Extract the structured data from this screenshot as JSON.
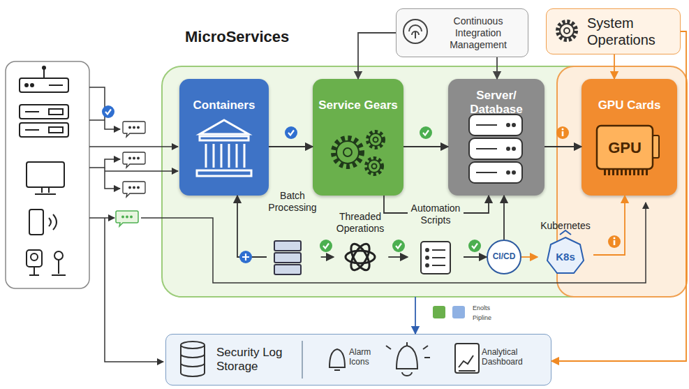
{
  "diagram": {
    "nodes": [
      {
        "text": [
          "MicroServices"
        ]
      },
      {
        "text": [
          "Continuous Integration Management"
        ]
      },
      {
        "text": [
          "System Operations"
        ]
      },
      {
        "text": [
          "Containers"
        ],
        "in": 0
      },
      {
        "text": [
          "Service Gears"
        ],
        "in": 0
      },
      {
        "text": [
          "Server/ Database"
        ],
        "in": 0
      },
      {
        "text": [
          "GPU Cards",
          "GPU"
        ],
        "in": 0
      },
      {
        "text": [
          "Batch Processing"
        ],
        "in": 0
      },
      {
        "text": [
          "Threaded Operations"
        ],
        "in": 0
      },
      {
        "text": [
          "Automation Scripts"
        ],
        "in": 0
      },
      {
        "text": [
          "CI/CD"
        ],
        "in": 0
      },
      {
        "text": [
          "Kubernetes",
          "K8s"
        ],
        "in": 0
      },
      {
        "text": [
          "Security Log Storage",
          "Alarm Icons",
          "Analytical Dashboard"
        ]
      }
    ],
    "edges": [
      {
        "from": 1,
        "to": 4,
        "arrow": "to"
      },
      {
        "from": 1,
        "to": 5,
        "arrow": "to"
      },
      {
        "from": 2,
        "to": 6,
        "arrow": "to"
      },
      {
        "from": 3,
        "to": 4,
        "arrow": "to"
      },
      {
        "from": 4,
        "to": 5,
        "arrow": "to"
      },
      {
        "from": 5,
        "to": 6,
        "arrow": "to"
      },
      {
        "from": 7,
        "to": 3,
        "arrow": "to"
      },
      {
        "from": 7,
        "to": 8,
        "arrow": "to"
      },
      {
        "from": 8,
        "to": 9,
        "arrow": "to"
      },
      {
        "from": 9,
        "to": 10,
        "arrow": "to"
      },
      {
        "from": 10,
        "to": 11,
        "arrow": "to"
      },
      {
        "from": 11,
        "to": 6,
        "arrow": "to"
      },
      {
        "from": 4,
        "to": 9,
        "arrow": "none"
      },
      {
        "from": 9,
        "to": 5,
        "arrow": "to"
      },
      {
        "from": 10,
        "to": 5,
        "arrow": "to"
      },
      {
        "from": 0,
        "to": 12,
        "arrow": "to"
      },
      {
        "from": 2,
        "to": 12,
        "arrow": "to"
      }
    ],
    "legend": [
      {
        "text": "Enolts",
        "color": "#6ab04c"
      },
      {
        "text": "Pipline",
        "color": "#8fb1e3"
      }
    ]
  }
}
